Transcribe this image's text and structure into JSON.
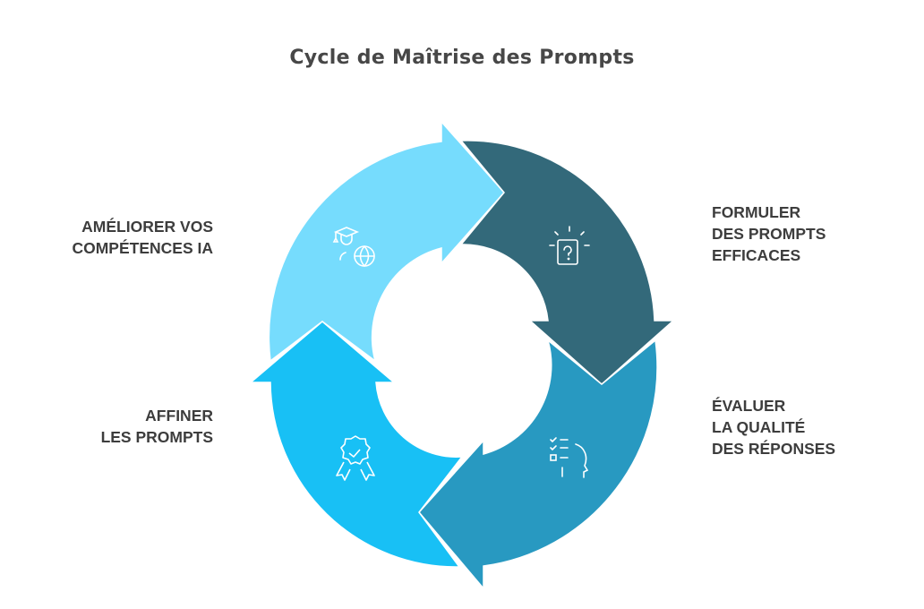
{
  "title": "Cycle de Maîtrise des Prompts",
  "colors": {
    "improve": "#76dcfd",
    "formulate": "#33697a",
    "evaluate": "#2899c1",
    "refine": "#18c0f5",
    "text": "#3d3d3d"
  },
  "steps": [
    {
      "id": "formulate",
      "lines": [
        "FORMULER",
        "DES PROMPTS",
        "EFFICACES"
      ],
      "icon": "question-box-icon"
    },
    {
      "id": "evaluate",
      "lines": [
        "ÉVALUER",
        "LA QUALITÉ",
        "DES RÉPONSES"
      ],
      "icon": "checklist-head-icon"
    },
    {
      "id": "refine",
      "lines": [
        "AFFINER",
        "LES PROMPTS"
      ],
      "icon": "award-badge-icon"
    },
    {
      "id": "improve",
      "lines": [
        "AMÉLIORER VOS",
        "COMPÉTENCES IA"
      ],
      "icon": "graduate-globe-icon"
    }
  ]
}
